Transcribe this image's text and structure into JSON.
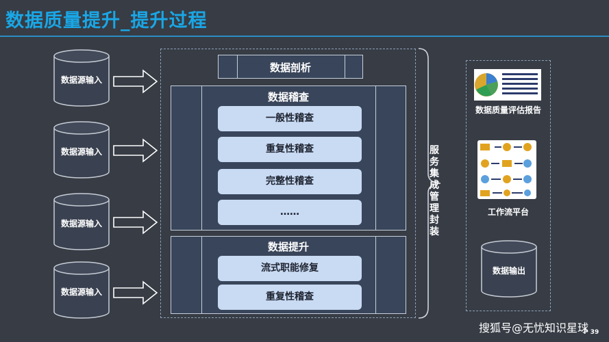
{
  "title": "数据质量提升_提升过程",
  "inputs": [
    {
      "label": "数据源输入"
    },
    {
      "label": "数据源输入"
    },
    {
      "label": "数据源输入"
    },
    {
      "label": "数据源输入"
    }
  ],
  "profiling": {
    "label": "数据剖析"
  },
  "audit": {
    "title": "数据稽查",
    "items": [
      "一般性稽查",
      "重复性稽查",
      "完整性稽查",
      "……"
    ]
  },
  "improve": {
    "title": "数据提升",
    "items": [
      "流式职能修复",
      "重复性稽查"
    ]
  },
  "service_wrap": {
    "label": "服务集成管理封装"
  },
  "outputs": {
    "report": {
      "label": "数据质量评估报告"
    },
    "workflow": {
      "label": "工作流平台"
    },
    "data_out": {
      "label": "数据输出"
    }
  },
  "watermark": "搜狐号@无忧知识星球",
  "page_number": "P 39",
  "colors": {
    "background": "#373c45",
    "title": "#19a7e6",
    "panel": "#39455a",
    "pill": "#c9daf3",
    "cylinder": "#3a4150"
  }
}
